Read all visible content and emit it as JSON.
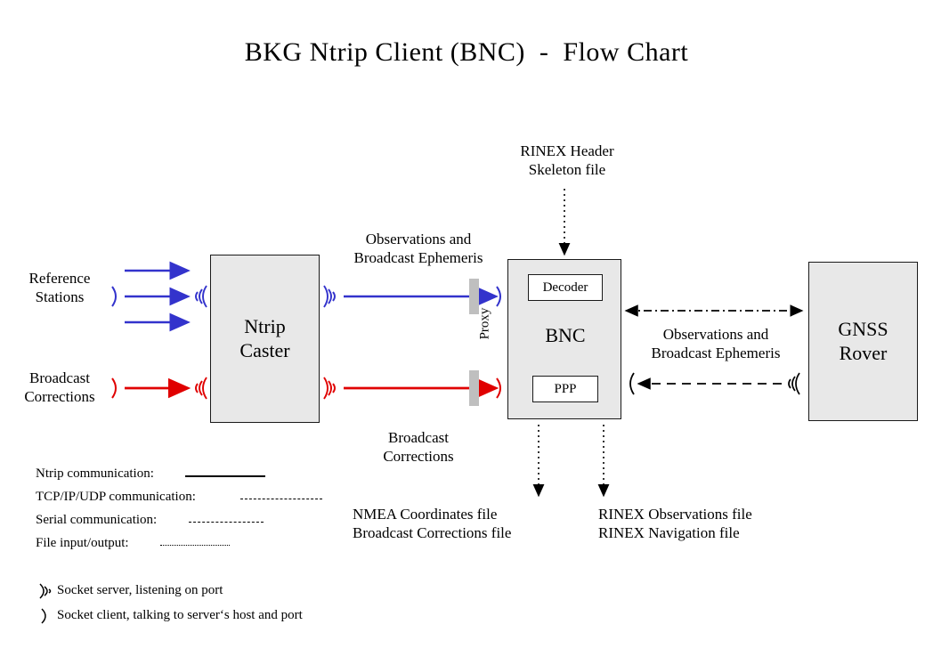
{
  "title": "BKG Ntrip Client (BNC)  -  Flow Chart",
  "colors": {
    "ntrip_blue": "#3333cc",
    "correction_red": "#e00000",
    "box_fill": "#e8e8e8",
    "box_border": "#1a1a1a",
    "proxy_gray": "#bfbfbf"
  },
  "nodes": {
    "ntrip_caster": "Ntrip\nCaster",
    "bnc": "BNC",
    "gnss_rover": "GNSS\nRover",
    "decoder": "Decoder",
    "ppp": "PPP"
  },
  "labels": {
    "reference_stations": "Reference\nStations",
    "broadcast_corrections_in": "Broadcast\nCorrections",
    "observations_ephemeris_left": "Observations and\nBroadcast Ephemeris",
    "broadcast_corrections_out": "Broadcast\nCorrections",
    "rinex_skeleton": "RINEX Header\nSkeleton file",
    "observations_ephemeris_right": "Observations and\nBroadcast Ephemeris",
    "nmea_output_files": "NMEA Coordinates file\nBroadcast Corrections file",
    "rinex_output_files": "RINEX Observations file\nRINEX Navigation file",
    "proxy": "Proxy"
  },
  "legend": {
    "items": [
      {
        "text": "Ntrip communication:",
        "style": "solid"
      },
      {
        "text": "TCP/IP/UDP communication:",
        "style": "dashed"
      },
      {
        "text": "Serial communication:",
        "style": "dash-dot"
      },
      {
        "text": "File input/output:",
        "style": "dotted"
      }
    ]
  },
  "socket_legend": {
    "items": [
      {
        "icon": "socket-server-icon",
        "text": "Socket server, listening on port"
      },
      {
        "icon": "socket-client-icon",
        "text": "Socket client, talking to server‘s host and port"
      }
    ]
  }
}
